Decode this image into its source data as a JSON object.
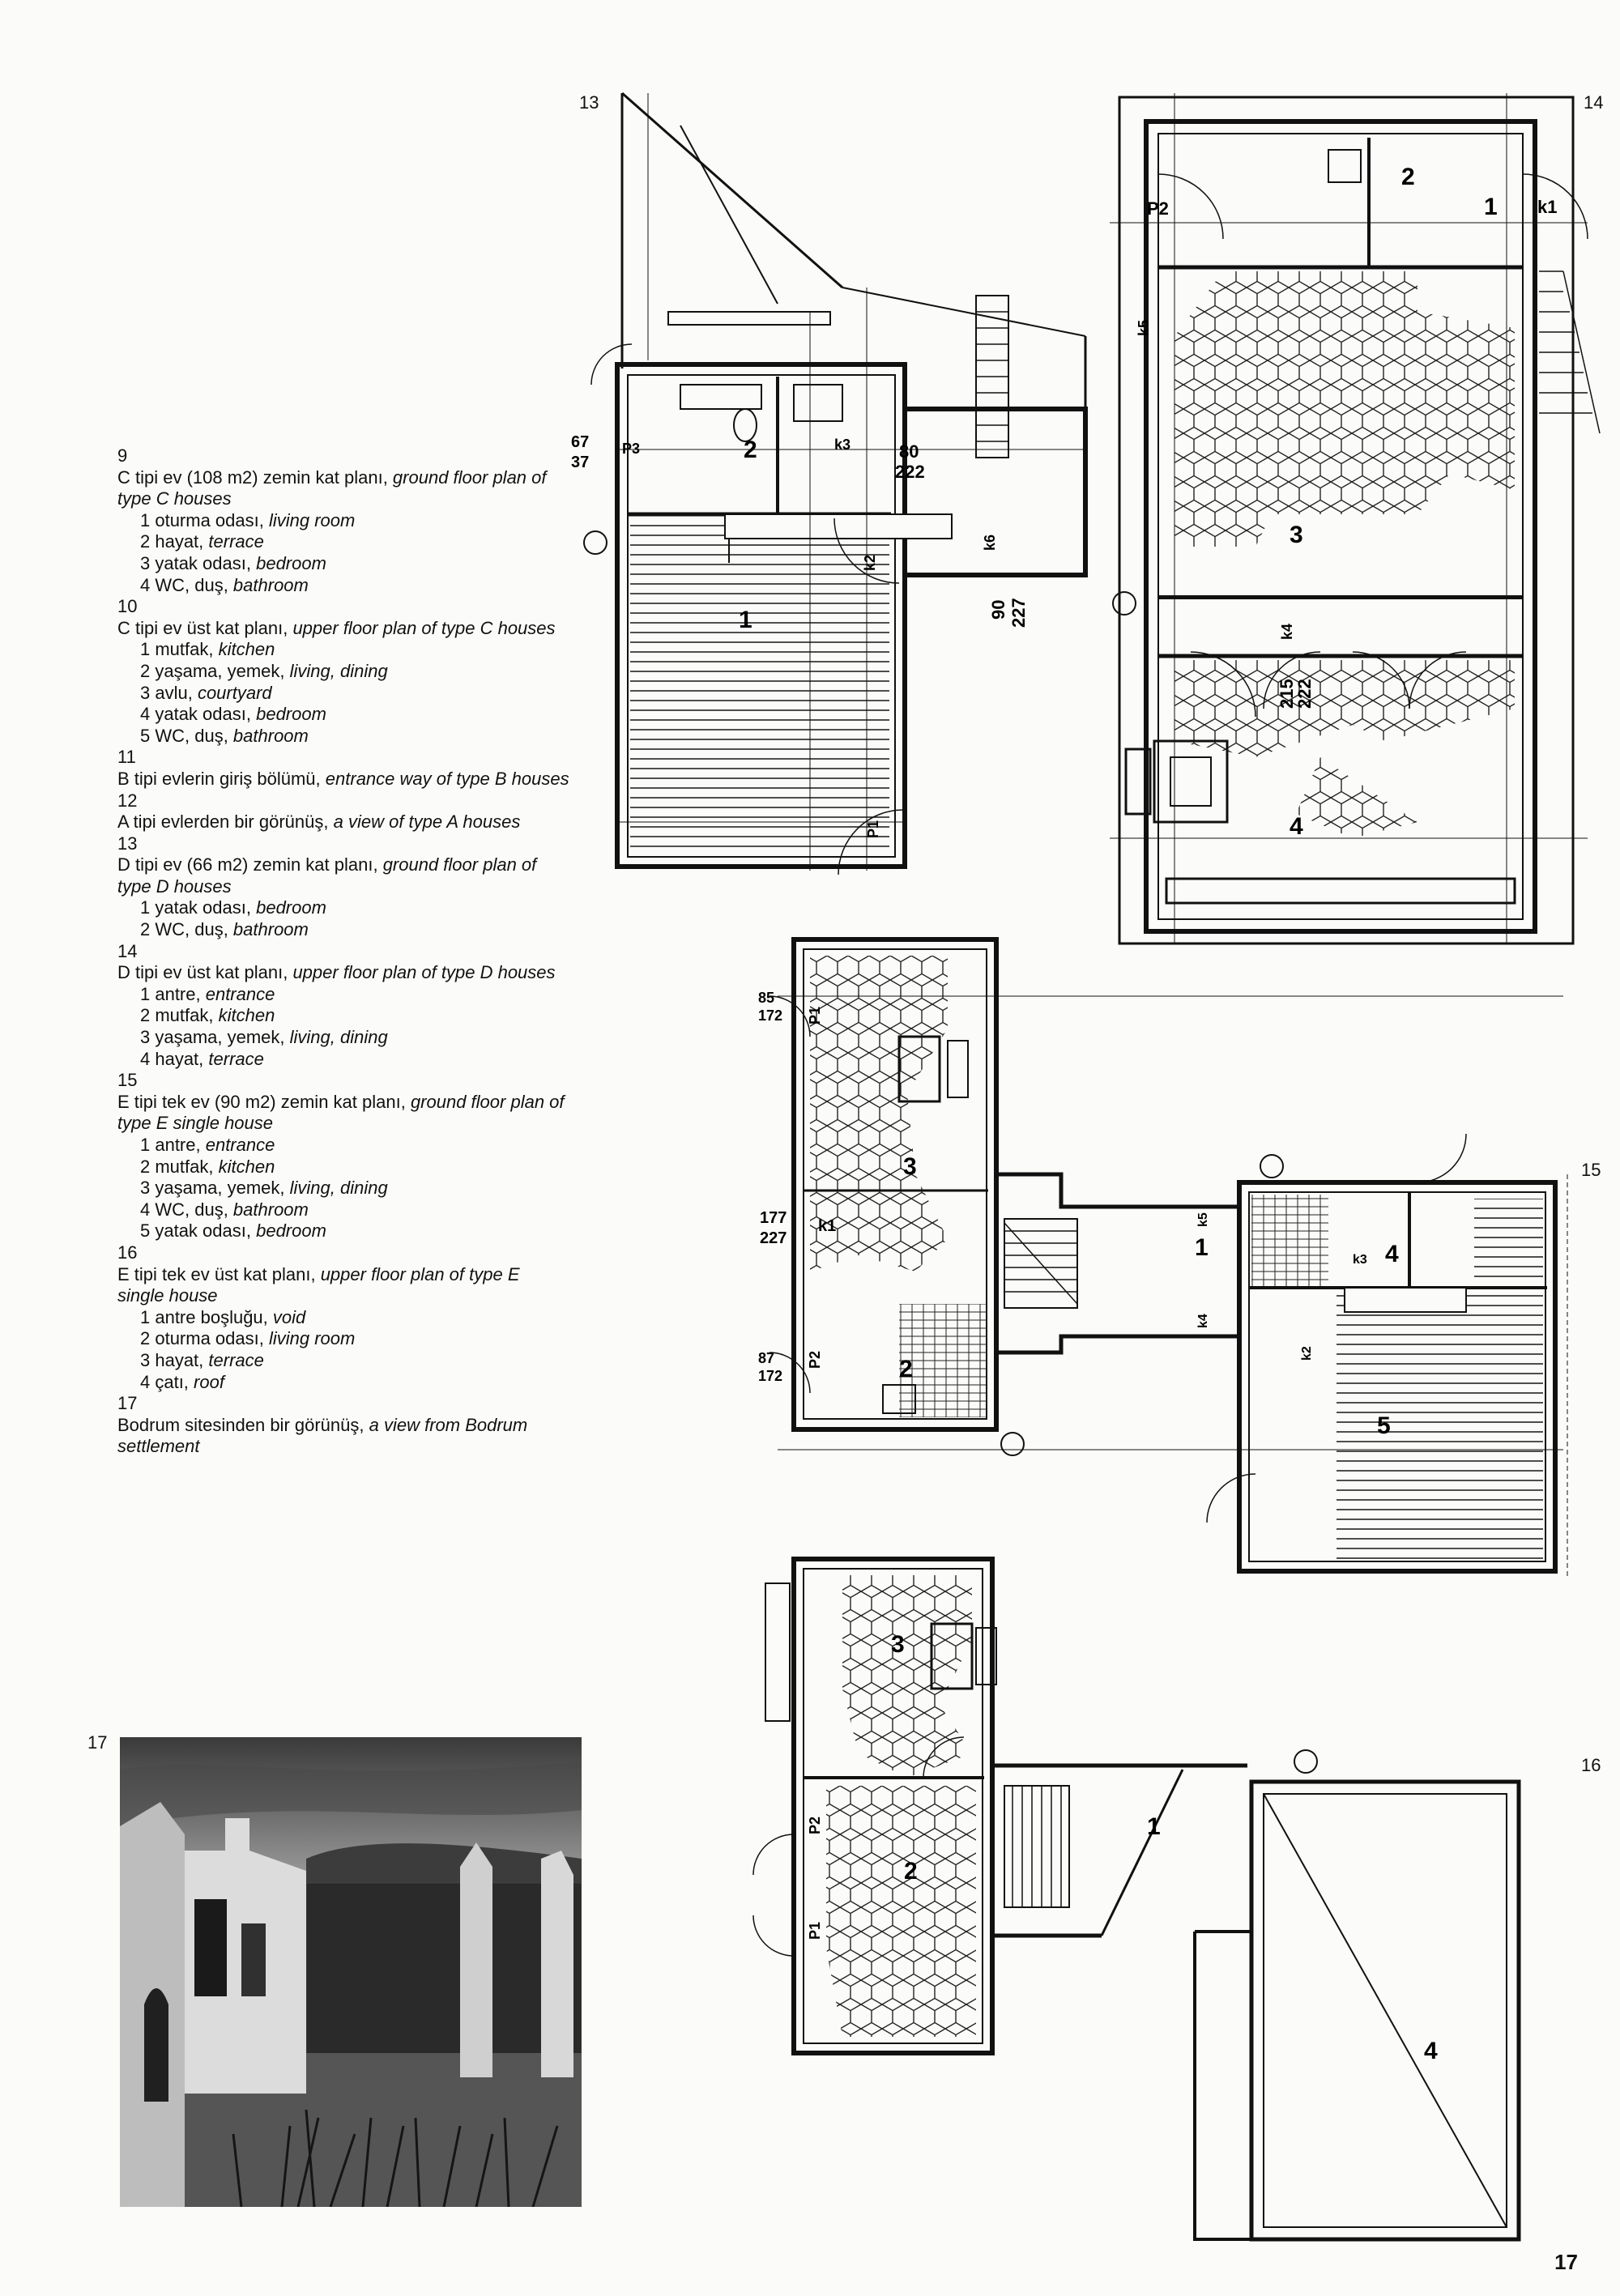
{
  "captions": [
    {
      "num": "9",
      "head": "C tipi ev (108 m2) zemin kat planı, ",
      "head_en": "ground floor plan of type C houses",
      "items": [
        [
          "1 oturma odası, ",
          "living room"
        ],
        [
          "2 hayat, ",
          "terrace"
        ],
        [
          "3 yatak odası, ",
          "bedroom"
        ],
        [
          "4 WC, duş, ",
          "bathroom"
        ]
      ]
    },
    {
      "num": "10",
      "head": "C tipi ev üst kat planı, ",
      "head_en": "upper floor plan of type C houses",
      "items": [
        [
          "1 mutfak, ",
          "kitchen"
        ],
        [
          "2 yaşama, yemek, ",
          "living, dining"
        ],
        [
          "3 avlu, ",
          "courtyard"
        ],
        [
          "4 yatak odası, ",
          "bedroom"
        ],
        [
          "5 WC, duş, ",
          "bathroom"
        ]
      ]
    },
    {
      "num": "11",
      "head": "B tipi evlerin giriş bölümü, ",
      "head_en": "entrance way of type B houses",
      "items": []
    },
    {
      "num": "12",
      "head": "A tipi evlerden bir görünüş, ",
      "head_en": "a view of type A houses",
      "items": []
    },
    {
      "num": "13",
      "head": "D tipi ev (66 m2) zemin kat planı, ",
      "head_en": "ground floor plan of type D houses",
      "items": [
        [
          "1 yatak odası, ",
          "bedroom"
        ],
        [
          "2 WC, duş, ",
          "bathroom"
        ]
      ]
    },
    {
      "num": "14",
      "head": "D tipi ev üst kat planı, ",
      "head_en": "upper floor plan of type D houses",
      "items": [
        [
          "1 antre, ",
          "entrance"
        ],
        [
          "2 mutfak, ",
          "kitchen"
        ],
        [
          "3 yaşama, yemek, ",
          "living, dining"
        ],
        [
          "4 hayat, ",
          "terrace"
        ]
      ]
    },
    {
      "num": "15",
      "head": "E tipi tek ev (90 m2) zemin kat planı, ",
      "head_en": "ground floor plan of type E single house",
      "items": [
        [
          "1 antre, ",
          "entrance"
        ],
        [
          "2 mutfak, ",
          "kitchen"
        ],
        [
          "3 yaşama, yemek, ",
          "living, dining"
        ],
        [
          "4 WC, duş, ",
          "bathroom"
        ],
        [
          "5 yatak odası, ",
          "bedroom"
        ]
      ]
    },
    {
      "num": "16",
      "head": "E tipi tek ev üst kat planı, ",
      "head_en": "upper floor plan of type E single house",
      "items": [
        [
          "1 antre boşluğu, ",
          "void"
        ],
        [
          "2 oturma odası, ",
          "living room"
        ],
        [
          "3 hayat, ",
          "terrace"
        ],
        [
          "4 çatı, ",
          "roof"
        ]
      ]
    },
    {
      "num": "17",
      "head": "Bodrum sitesinden bir görünüş, ",
      "head_en": "a view from Bodrum settlement",
      "items": []
    }
  ],
  "figure_labels": {
    "f13": "13",
    "f14": "14",
    "f15": "15",
    "f16": "16",
    "f17": "17"
  },
  "plan13": {
    "rooms": [
      "1",
      "2"
    ],
    "dims": [
      "67",
      "37",
      "P3",
      "80",
      "222",
      "90",
      "227",
      "k3",
      "k2",
      "k6",
      "P1"
    ]
  },
  "plan14": {
    "rooms": [
      "1",
      "2",
      "3",
      "4"
    ],
    "dims": [
      "P2",
      "k5",
      "k4",
      "k1",
      "215",
      "222"
    ]
  },
  "plan15": {
    "rooms": [
      "1",
      "2",
      "3",
      "4",
      "5"
    ],
    "dims": [
      "k1",
      "P2",
      "P1",
      "177",
      "227",
      "k3",
      "k2",
      "k5",
      "k4",
      "85",
      "172",
      "87",
      "172"
    ]
  },
  "plan16": {
    "rooms": [
      "1",
      "2",
      "3",
      "4"
    ],
    "dims": [
      "P1",
      "P2"
    ]
  },
  "page_number": "17"
}
